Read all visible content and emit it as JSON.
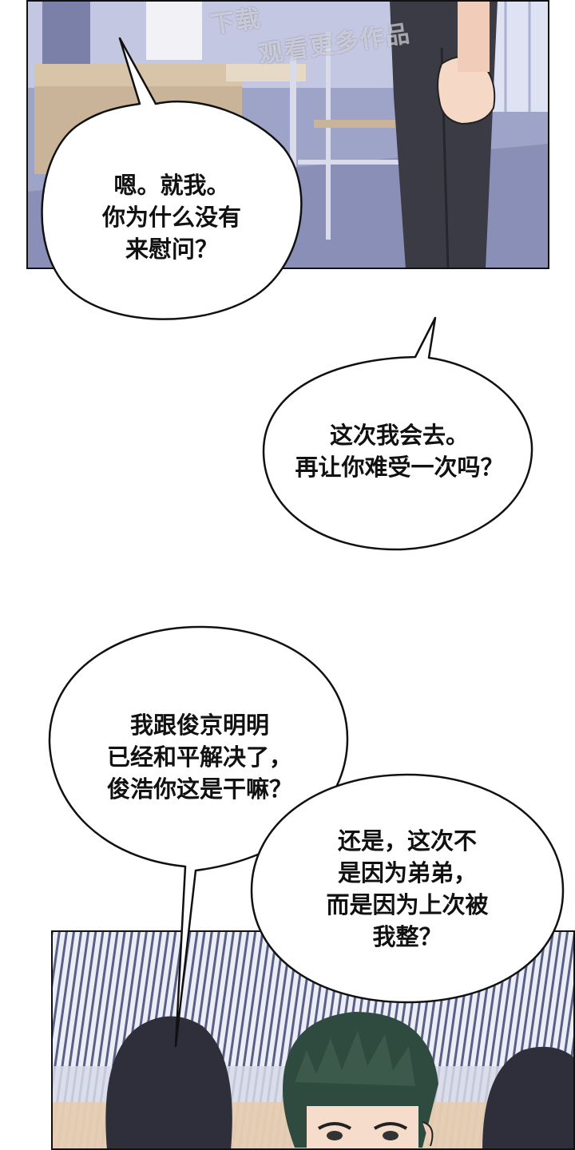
{
  "watermark": {
    "line1": "下载",
    "line2": "观看更多作品"
  },
  "bubbles": [
    {
      "lines": [
        "嗯。就我。",
        "你为什么没有",
        "来慰问？"
      ]
    },
    {
      "lines": [
        "这次我会去。",
        "再让你难受一次吗？"
      ]
    },
    {
      "lines": [
        "我跟俊京明明",
        "已经和平解决了，",
        "俊浩你这是干嘛？"
      ]
    },
    {
      "lines": [
        "还是，这次不",
        "是因为弟弟，",
        "而是因为上次被",
        "我整？"
      ]
    }
  ]
}
